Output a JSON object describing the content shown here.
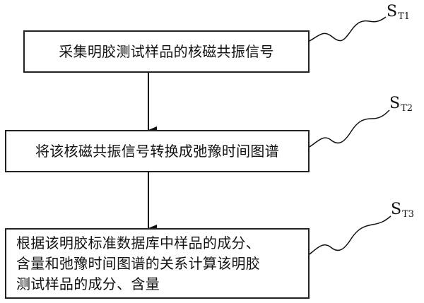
{
  "steps": [
    {
      "id": "T1",
      "label_main": "S",
      "label_sub": "T1",
      "text": "采集明胶测试样品的核磁共振信号"
    },
    {
      "id": "T2",
      "label_main": "S",
      "label_sub": "T2",
      "text": "将该核磁共振信号转换成弛豫时间图谱"
    },
    {
      "id": "T3",
      "label_main": "S",
      "label_sub": "T3",
      "text_lines": [
        "根据该明胶标准数据库中样品的成分、",
        "含量和弛豫时间图谱的关系计算该明胶",
        "测试样品的成分、含量"
      ]
    }
  ]
}
